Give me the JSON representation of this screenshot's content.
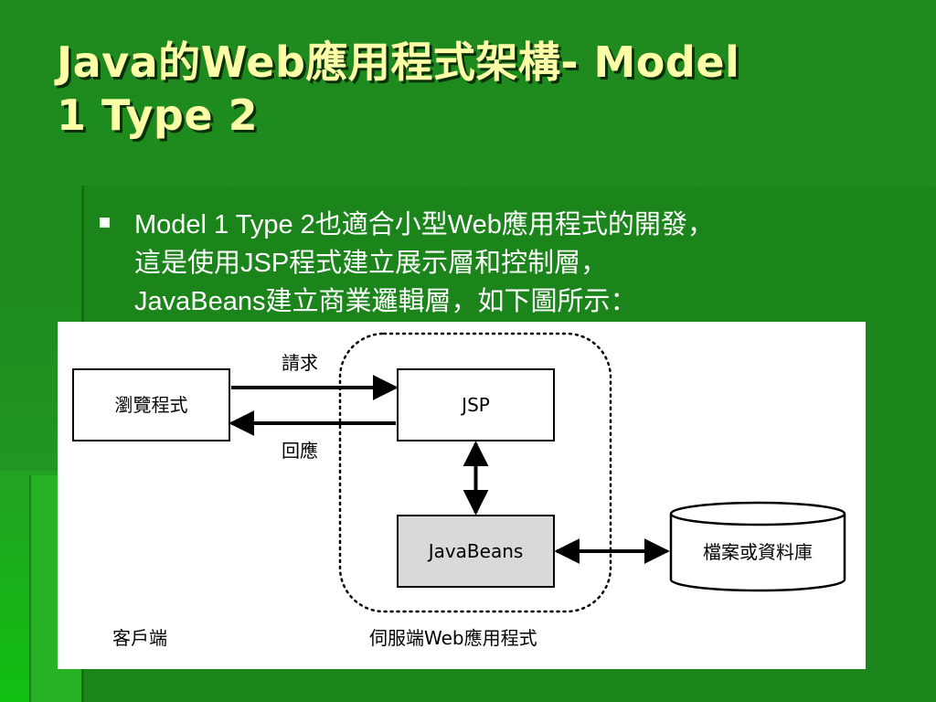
{
  "slide": {
    "title_line1": "Java的Web應用程式架構- Model",
    "title_line2": "1 Type 2",
    "bullet": {
      "line1": "Model 1 Type 2也適合小型Web應用程式的開發，",
      "line2": "這是使用JSP程式建立展示層和控制層，",
      "line3": "JavaBeans建立商業邏輯層，如下圖所示："
    }
  },
  "diagram": {
    "browser": "瀏覽程式",
    "request": "請求",
    "response": "回應",
    "jsp": "JSP",
    "javabeans": "JavaBeans",
    "database": "檔案或資料庫",
    "client_label": "客戶端",
    "server_label": "伺服端Web應用程式"
  },
  "colors": {
    "title": "#ffffa8",
    "background": "#1d8c1d",
    "javabeans_fill": "#d9d9d9"
  }
}
